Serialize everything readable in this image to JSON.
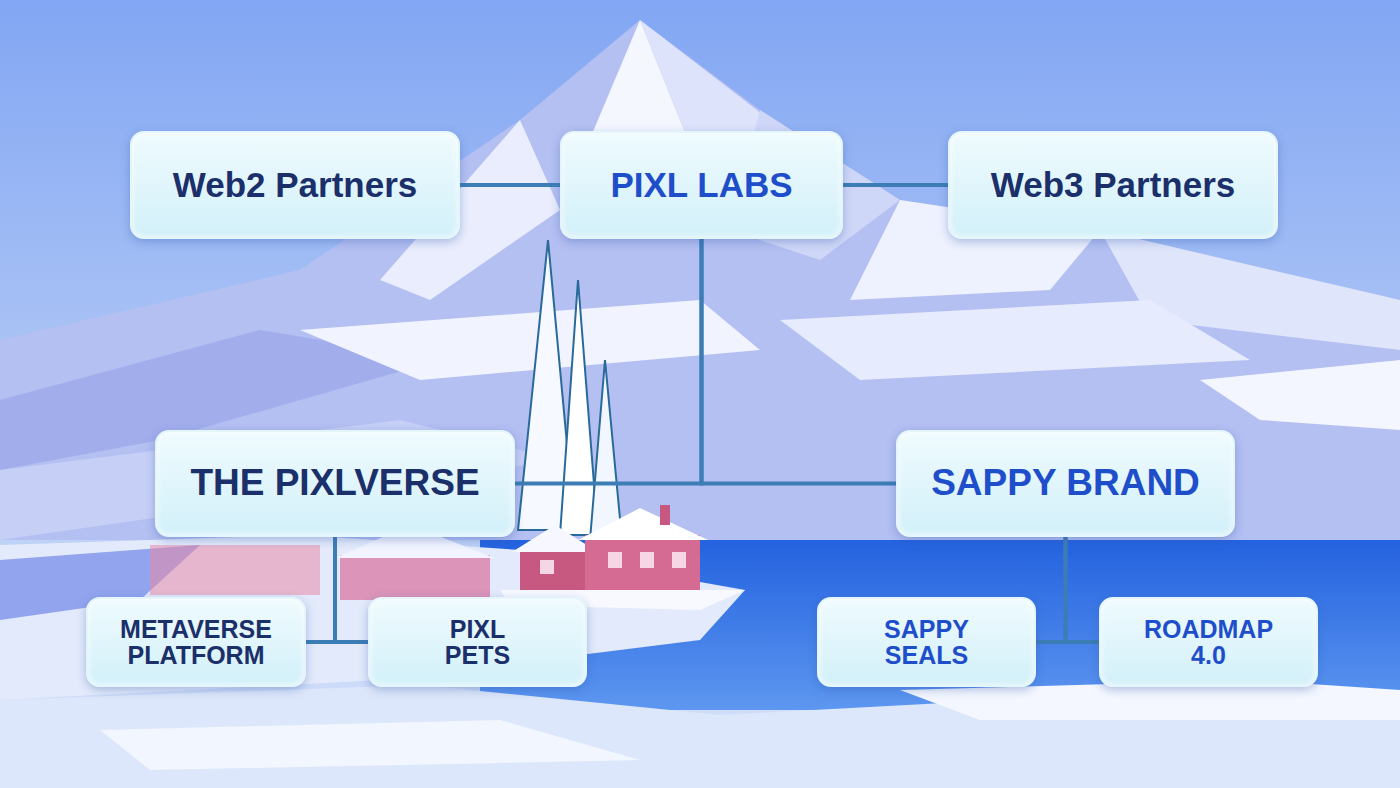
{
  "diagram": {
    "nodes": [
      {
        "text": [
          "Web2 Partners"
        ]
      },
      {
        "text": [
          "PIXL LABS"
        ]
      },
      {
        "text": [
          "Web3 Partners"
        ]
      },
      {
        "text": [
          "THE PIXLVERSE"
        ]
      },
      {
        "text": [
          "SAPPY BRAND"
        ]
      },
      {
        "text": [
          "METAVERSE PLATFORM"
        ]
      },
      {
        "text": [
          "PIXL PETS"
        ]
      },
      {
        "text": [
          "SAPPY SEALS"
        ]
      },
      {
        "text": [
          "ROADMAP 4.0"
        ]
      }
    ],
    "edges": [
      {
        "from": 0,
        "to": 1,
        "arrow": "none"
      },
      {
        "from": 1,
        "to": 2,
        "arrow": "none"
      },
      {
        "from": 1,
        "to": 3,
        "arrow": "none"
      },
      {
        "from": 1,
        "to": 4,
        "arrow": "none"
      },
      {
        "from": 3,
        "to": 5,
        "arrow": "none"
      },
      {
        "from": 3,
        "to": 6,
        "arrow": "none"
      },
      {
        "from": 4,
        "to": 7,
        "arrow": "none"
      },
      {
        "from": 4,
        "to": 8,
        "arrow": "none"
      }
    ]
  }
}
